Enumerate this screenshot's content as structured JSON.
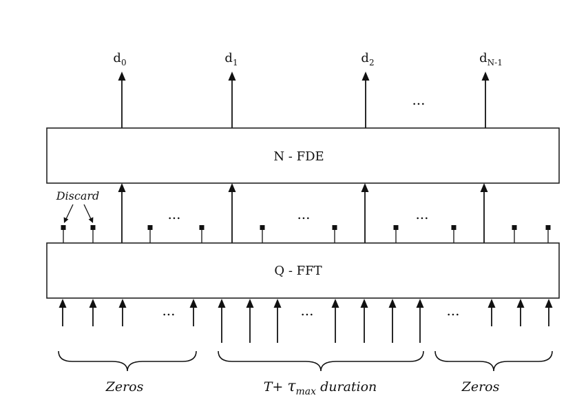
{
  "outputs": [
    {
      "base": "d",
      "sub": "0"
    },
    {
      "base": "d",
      "sub": "1"
    },
    {
      "base": "d",
      "sub": "2"
    },
    {
      "base": "d",
      "sub": "N-1"
    }
  ],
  "ellipsis": "...",
  "fde_label": "N - FDE",
  "fft_label": "Q - FFT",
  "discard_label": "Discard",
  "brace_labels": {
    "left": "Zeros",
    "middle_prefix": "T+ ",
    "middle_symbol": "τ",
    "middle_sub": "max",
    "middle_suffix": " duration",
    "right": "Zeros"
  }
}
